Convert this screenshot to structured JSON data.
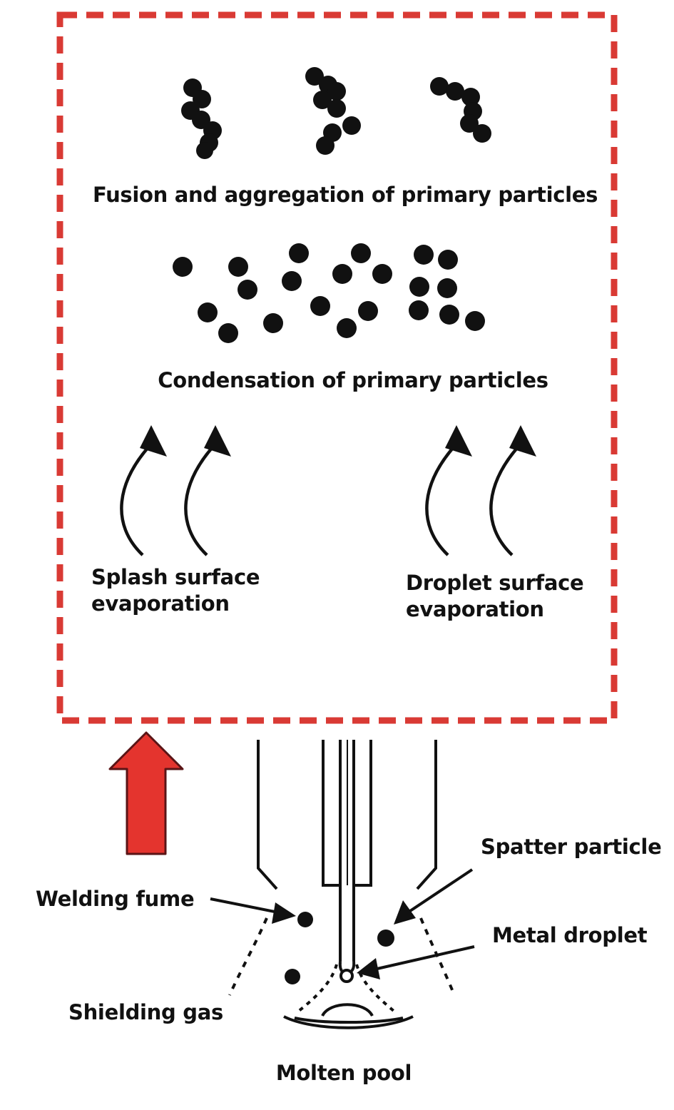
{
  "labels": {
    "fusion": "Fusion and aggregation of primary particles",
    "condensation": "Condensation of primary particles",
    "splash_line1": "Splash surface",
    "splash_line2": "evaporation",
    "droplet_line1": "Droplet surface",
    "droplet_line2": "evaporation",
    "spatter": "Spatter particle",
    "welding_fume": "Welding fume",
    "metal_droplet": "Metal droplet",
    "shielding_gas": "Shielding gas",
    "molten_pool": "Molten pool"
  },
  "colors": {
    "box_border": "#d93a34",
    "big_arrow_fill": "#e4342e",
    "big_arrow_stroke": "#5a1416",
    "ink": "#111111"
  }
}
